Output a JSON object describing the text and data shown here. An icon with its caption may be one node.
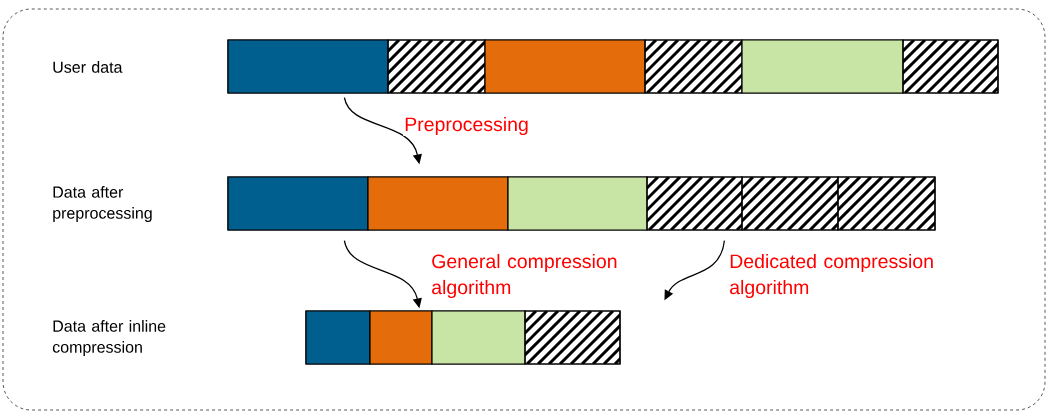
{
  "diagram": {
    "nodes": [
      {
        "text": [],
        "shape": "bar"
      },
      {
        "text": [],
        "shape": "bar"
      },
      {
        "text": [],
        "shape": "bar"
      }
    ],
    "labels": [
      "User data",
      "Data after preprocessing",
      "Data after inline compression"
    ],
    "edges": [
      {
        "from": 0,
        "to": 1,
        "arrow": "to",
        "label": "Preprocessing"
      },
      {
        "from": 1,
        "to": 2,
        "arrow": "to",
        "label": "General compression algorithm"
      },
      {
        "from": 1,
        "to": 2,
        "arrow": "to",
        "label": "Dedicated compression algorithm"
      }
    ]
  }
}
